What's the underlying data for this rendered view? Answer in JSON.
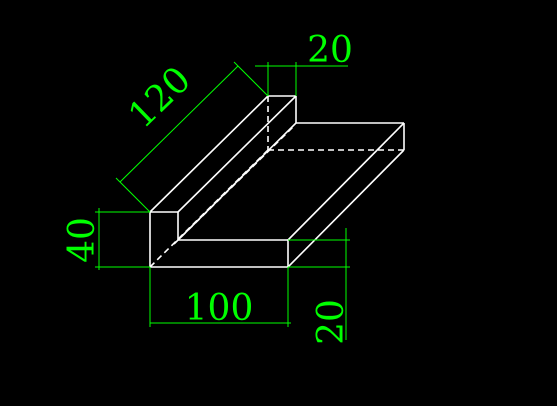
{
  "colors": {
    "background": "#000000",
    "geometry": "#ffffff",
    "dimension": "#00ff00"
  },
  "dimensions": {
    "length": "120",
    "thickness_top": "20",
    "height": "40",
    "width": "100",
    "thickness_right": "20"
  }
}
